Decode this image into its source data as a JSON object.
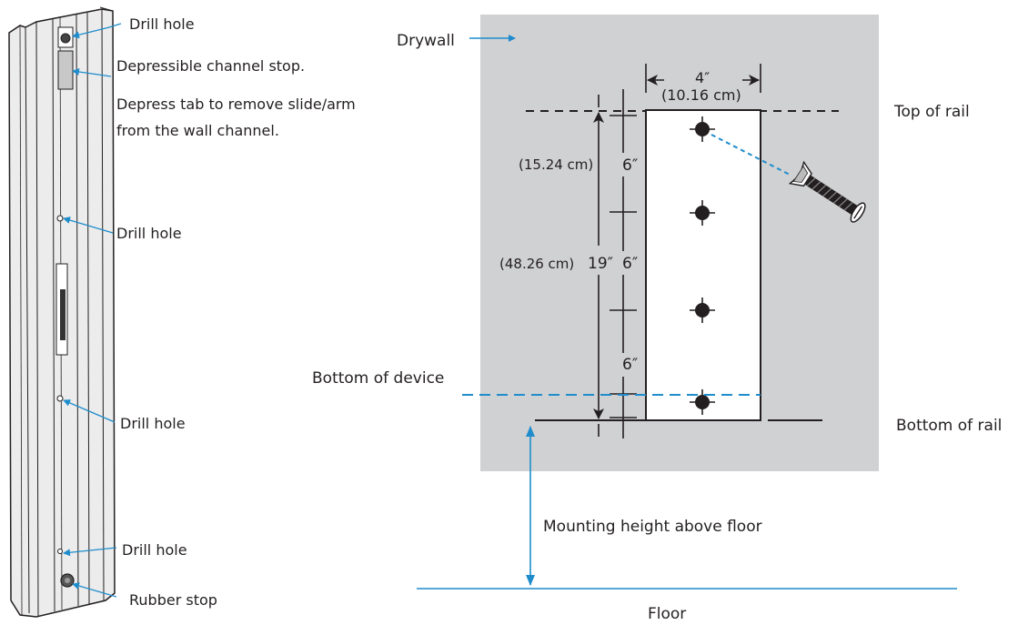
{
  "colors": {
    "drywall": "#d0d1d3",
    "leader_blue": "#1f8ccc",
    "ink": "#231f20",
    "rail_aluminum": "#e6e6e6"
  },
  "rail_callouts": {
    "drill_hole_top": "Drill hole",
    "channel_stop_line1": "Depressible channel stop.",
    "channel_stop_line2": "Depress tab to remove slide/arm",
    "channel_stop_line3": "from the wall channel.",
    "drill_hole_2": "Drill hole",
    "drill_hole_3": "Drill hole",
    "drill_hole_4": "Drill hole",
    "rubber_stop": "Rubber stop"
  },
  "wall_diagram": {
    "drywall": "Drywall",
    "width_in": "4″",
    "width_cm": "(10.16 cm)",
    "top_of_rail": "Top of rail",
    "spacing_cm": "(15.24 cm)",
    "spacing_1": "6″",
    "total_cm": "(48.26 cm)",
    "total_in": "19″",
    "spacing_2": "6″",
    "spacing_3": "6″",
    "bottom_of_device": "Bottom of device",
    "bottom_of_rail": "Bottom of rail",
    "mounting_height": "Mounting height above floor",
    "floor": "Floor"
  },
  "icons": [
    "screw-icon",
    "screw-hole-icon"
  ]
}
